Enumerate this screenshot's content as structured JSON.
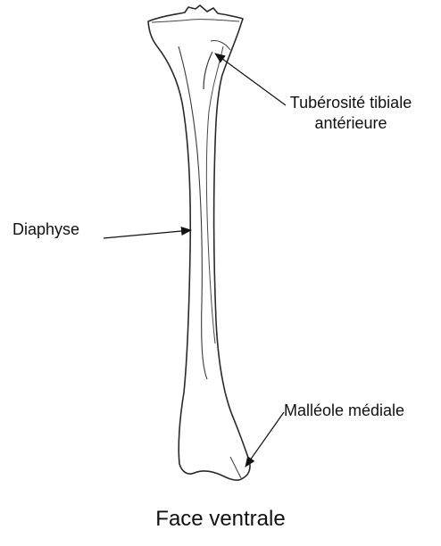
{
  "labels": {
    "tuberosite_line1": "Tubérosité tibiale",
    "tuberosite_line2": "antérieure",
    "diaphyse": "Diaphyse",
    "malleole": "Malléole médiale"
  },
  "caption": "Face ventrale",
  "colors": {
    "outline": "#2a2a2a",
    "leader": "#111111",
    "background": "#ffffff"
  }
}
